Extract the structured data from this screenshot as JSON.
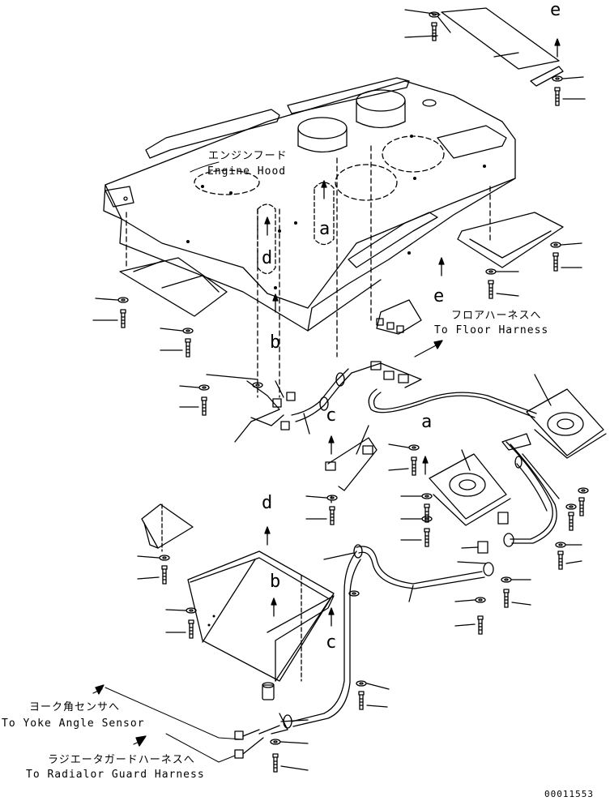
{
  "labels": {
    "engine_hood_jp": "エンジンフード",
    "engine_hood_en": "Engine Hood",
    "floor_harness_jp": "フロアハーネスへ",
    "floor_harness_en": "To Floor Harness",
    "yoke_sensor_jp": "ヨーク角センサへ",
    "yoke_sensor_en": "To Yoke Angle Sensor",
    "radiator_guard_jp": "ラジエータガードハーネスへ",
    "radiator_guard_en": "To Radialor Guard Harness"
  },
  "reference_letters": {
    "a": "a",
    "b": "b",
    "c": "c",
    "d": "d",
    "e": "e"
  },
  "part_code": "00011553",
  "colors": {
    "line": "#000000",
    "background": "#ffffff"
  }
}
